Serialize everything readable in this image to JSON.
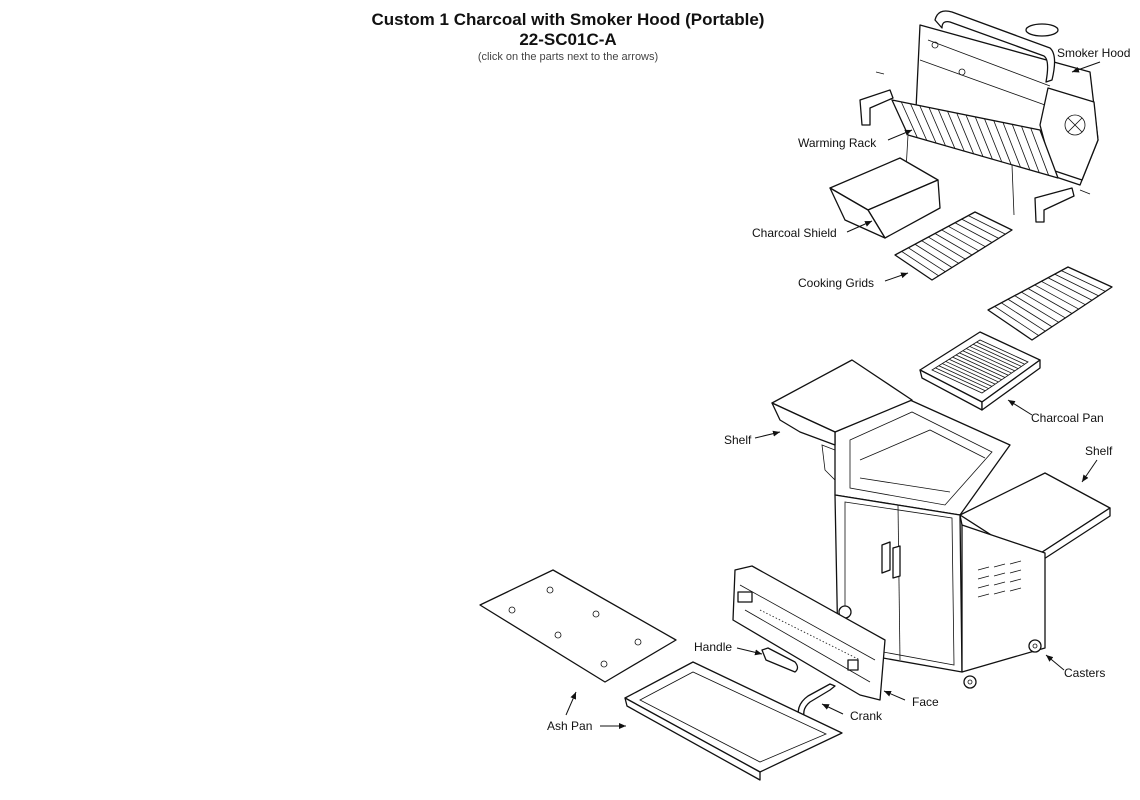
{
  "header": {
    "title": "Custom 1 Charcoal with Smoker Hood (Portable)",
    "model": "22-SC01C-A",
    "subtitle": "(click on the parts next to the arrows)"
  },
  "parts": {
    "smoker_hood": "Smoker Hood",
    "warming_rack": "Warming Rack",
    "charcoal_shield": "Charcoal Shield",
    "cooking_grids": "Cooking Grids",
    "charcoal_pan": "Charcoal Pan",
    "shelf_left": "Shelf",
    "shelf_right": "Shelf",
    "casters": "Casters",
    "handle": "Handle",
    "face": "Face",
    "crank": "Crank",
    "ash_pan": "Ash Pan"
  }
}
